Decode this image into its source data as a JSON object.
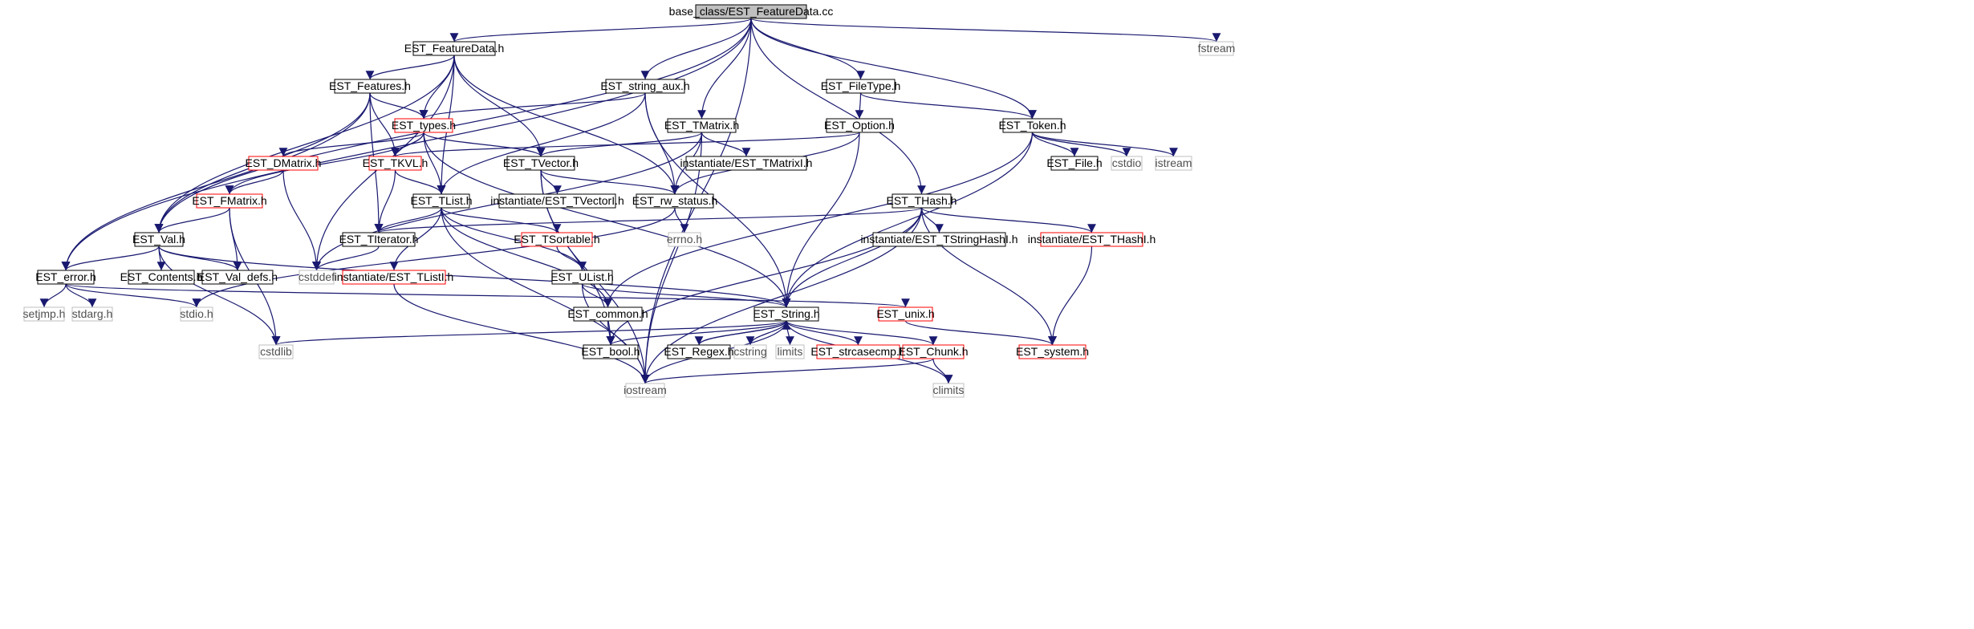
{
  "diagram": {
    "colors": {
      "edge": "#191970",
      "root_fill": "#bfbfbf",
      "box_fill": "#ffffff",
      "box_border": "#000000",
      "red_border": "#ff0000",
      "gray_border": "#bfbfbf",
      "gray_text": "#505050"
    },
    "nodes": [
      {
        "id": "root",
        "label": "base_class/EST_FeatureData.cc",
        "style": "root"
      },
      {
        "id": "featuredata_h",
        "label": "EST_FeatureData.h",
        "style": "black"
      },
      {
        "id": "fstream",
        "label": "fstream",
        "style": "gray"
      },
      {
        "id": "features_h",
        "label": "EST_Features.h",
        "style": "black"
      },
      {
        "id": "string_aux_h",
        "label": "EST_string_aux.h",
        "style": "black"
      },
      {
        "id": "filetype_h",
        "label": "EST_FileType.h",
        "style": "black"
      },
      {
        "id": "types_h",
        "label": "EST_types.h",
        "style": "red"
      },
      {
        "id": "tmatrix_h",
        "label": "EST_TMatrix.h",
        "style": "black"
      },
      {
        "id": "option_h",
        "label": "EST_Option.h",
        "style": "black"
      },
      {
        "id": "token_h",
        "label": "EST_Token.h",
        "style": "black"
      },
      {
        "id": "dmatrix_h",
        "label": "EST_DMatrix.h",
        "style": "red"
      },
      {
        "id": "tkvl_h",
        "label": "EST_TKVL.h",
        "style": "red"
      },
      {
        "id": "tvector_h",
        "label": "EST_TVector.h",
        "style": "black"
      },
      {
        "id": "inst_tmatrix",
        "label": "instantiate/EST_TMatrixI.h",
        "style": "black"
      },
      {
        "id": "file_h",
        "label": "EST_File.h",
        "style": "black"
      },
      {
        "id": "cstdio",
        "label": "cstdio",
        "style": "gray"
      },
      {
        "id": "istream",
        "label": "istream",
        "style": "gray"
      },
      {
        "id": "fmatrix_h",
        "label": "EST_FMatrix.h",
        "style": "red"
      },
      {
        "id": "tlist_h",
        "label": "EST_TList.h",
        "style": "black"
      },
      {
        "id": "inst_tvector",
        "label": "instantiate/EST_TVectorI.h",
        "style": "black"
      },
      {
        "id": "rw_status_h",
        "label": "EST_rw_status.h",
        "style": "black"
      },
      {
        "id": "thash_h",
        "label": "EST_THash.h",
        "style": "black"
      },
      {
        "id": "val_h",
        "label": "EST_Val.h",
        "style": "black"
      },
      {
        "id": "titerator_h",
        "label": "EST_TIterator.h",
        "style": "black"
      },
      {
        "id": "tsortable_h",
        "label": "EST_TSortable.h",
        "style": "red"
      },
      {
        "id": "errno_h",
        "label": "errno.h",
        "style": "gray"
      },
      {
        "id": "inst_tstringhash",
        "label": "instantiate/EST_TStringHashI.h",
        "style": "black"
      },
      {
        "id": "inst_thash",
        "label": "instantiate/EST_THashI.h",
        "style": "red"
      },
      {
        "id": "error_h",
        "label": "EST_error.h",
        "style": "black"
      },
      {
        "id": "contents_h",
        "label": "EST_Contents.h",
        "style": "black"
      },
      {
        "id": "val_defs_h",
        "label": "EST_Val_defs.h",
        "style": "black"
      },
      {
        "id": "cstddef",
        "label": "cstddef",
        "style": "gray"
      },
      {
        "id": "inst_tlist",
        "label": "instantiate/EST_TListI.h",
        "style": "red"
      },
      {
        "id": "ulist_h",
        "label": "EST_UList.h",
        "style": "black"
      },
      {
        "id": "setjmp_h",
        "label": "setjmp.h",
        "style": "gray"
      },
      {
        "id": "stdarg_h",
        "label": "stdarg.h",
        "style": "gray"
      },
      {
        "id": "stdio_h",
        "label": "stdio.h",
        "style": "gray"
      },
      {
        "id": "common_h",
        "label": "EST_common.h",
        "style": "black"
      },
      {
        "id": "string_h",
        "label": "EST_String.h",
        "style": "black"
      },
      {
        "id": "unix_h",
        "label": "EST_unix.h",
        "style": "red"
      },
      {
        "id": "cstdlib",
        "label": "cstdlib",
        "style": "gray"
      },
      {
        "id": "bool_h",
        "label": "EST_bool.h",
        "style": "black"
      },
      {
        "id": "regex_h",
        "label": "EST_Regex.h",
        "style": "black"
      },
      {
        "id": "cstring",
        "label": "cstring",
        "style": "gray"
      },
      {
        "id": "limits",
        "label": "limits",
        "style": "gray"
      },
      {
        "id": "strcasecmp_h",
        "label": "EST_strcasecmp.h",
        "style": "red"
      },
      {
        "id": "chunk_h",
        "label": "EST_Chunk.h",
        "style": "red"
      },
      {
        "id": "system_h",
        "label": "EST_system.h",
        "style": "red"
      },
      {
        "id": "iostream",
        "label": "iostream",
        "style": "gray"
      },
      {
        "id": "climits",
        "label": "climits",
        "style": "gray"
      }
    ],
    "edges": [
      [
        "root",
        "featuredata_h"
      ],
      [
        "root",
        "fstream"
      ],
      [
        "root",
        "string_aux_h"
      ],
      [
        "root",
        "filetype_h"
      ],
      [
        "root",
        "tmatrix_h"
      ],
      [
        "root",
        "token_h"
      ],
      [
        "root",
        "thash_h"
      ],
      [
        "root",
        "val_h"
      ],
      [
        "root",
        "error_h"
      ],
      [
        "root",
        "iostream"
      ],
      [
        "featuredata_h",
        "features_h"
      ],
      [
        "featuredata_h",
        "types_h"
      ],
      [
        "featuredata_h",
        "tvector_h"
      ],
      [
        "featuredata_h",
        "rw_status_h"
      ],
      [
        "featuredata_h",
        "tlist_h"
      ],
      [
        "featuredata_h",
        "val_h"
      ],
      [
        "featuredata_h",
        "cstddef"
      ],
      [
        "features_h",
        "types_h"
      ],
      [
        "features_h",
        "tkvl_h"
      ],
      [
        "features_h",
        "titerator_h"
      ],
      [
        "features_h",
        "val_h"
      ],
      [
        "features_h",
        "error_h"
      ],
      [
        "string_aux_h",
        "types_h"
      ],
      [
        "string_aux_h",
        "tlist_h"
      ],
      [
        "string_aux_h",
        "rw_status_h"
      ],
      [
        "string_aux_h",
        "string_h"
      ],
      [
        "filetype_h",
        "option_h"
      ],
      [
        "filetype_h",
        "token_h"
      ],
      [
        "types_h",
        "dmatrix_h"
      ],
      [
        "types_h",
        "tkvl_h"
      ],
      [
        "types_h",
        "tvector_h"
      ],
      [
        "types_h",
        "tlist_h"
      ],
      [
        "types_h",
        "fmatrix_h"
      ],
      [
        "types_h",
        "string_h"
      ],
      [
        "tmatrix_h",
        "tvector_h"
      ],
      [
        "tmatrix_h",
        "inst_tmatrix"
      ],
      [
        "tmatrix_h",
        "rw_status_h"
      ],
      [
        "tmatrix_h",
        "cstddef"
      ],
      [
        "tmatrix_h",
        "iostream"
      ],
      [
        "option_h",
        "tkvl_h"
      ],
      [
        "option_h",
        "rw_status_h"
      ],
      [
        "option_h",
        "string_h"
      ],
      [
        "token_h",
        "file_h"
      ],
      [
        "token_h",
        "cstdio"
      ],
      [
        "token_h",
        "istream"
      ],
      [
        "token_h",
        "common_h"
      ],
      [
        "token_h",
        "string_h"
      ],
      [
        "dmatrix_h",
        "fmatrix_h"
      ],
      [
        "dmatrix_h",
        "cstddef"
      ],
      [
        "tkvl_h",
        "tlist_h"
      ],
      [
        "tkvl_h",
        "titerator_h"
      ],
      [
        "tvector_h",
        "inst_tvector"
      ],
      [
        "tvector_h",
        "rw_status_h"
      ],
      [
        "tvector_h",
        "bool_h"
      ],
      [
        "tvector_h",
        "iostream"
      ],
      [
        "fmatrix_h",
        "val_h"
      ],
      [
        "fmatrix_h",
        "val_defs_h"
      ],
      [
        "fmatrix_h",
        "cstdlib"
      ],
      [
        "tlist_h",
        "titerator_h"
      ],
      [
        "tlist_h",
        "tsortable_h"
      ],
      [
        "tlist_h",
        "inst_tlist"
      ],
      [
        "tlist_h",
        "ulist_h"
      ],
      [
        "tlist_h",
        "common_h"
      ],
      [
        "tlist_h",
        "iostream"
      ],
      [
        "rw_status_h",
        "errno_h"
      ],
      [
        "rw_status_h",
        "stdio_h"
      ],
      [
        "thash_h",
        "titerator_h"
      ],
      [
        "thash_h",
        "inst_tstringhash"
      ],
      [
        "thash_h",
        "inst_thash"
      ],
      [
        "thash_h",
        "string_h"
      ],
      [
        "thash_h",
        "bool_h"
      ],
      [
        "thash_h",
        "system_h"
      ],
      [
        "thash_h",
        "iostream"
      ],
      [
        "val_h",
        "error_h"
      ],
      [
        "val_h",
        "contents_h"
      ],
      [
        "val_h",
        "val_defs_h"
      ],
      [
        "val_h",
        "string_h"
      ],
      [
        "val_h",
        "cstdlib"
      ],
      [
        "titerator_h",
        "cstddef"
      ],
      [
        "tsortable_h",
        "ulist_h"
      ],
      [
        "inst_thash",
        "system_h"
      ],
      [
        "error_h",
        "setjmp_h"
      ],
      [
        "error_h",
        "stdarg_h"
      ],
      [
        "error_h",
        "stdio_h"
      ],
      [
        "error_h",
        "unix_h"
      ],
      [
        "inst_tlist",
        "iostream"
      ],
      [
        "ulist_h",
        "common_h"
      ],
      [
        "ulist_h",
        "string_h"
      ],
      [
        "ulist_h",
        "iostream"
      ],
      [
        "common_h",
        "bool_h"
      ],
      [
        "string_h",
        "cstdlib"
      ],
      [
        "string_h",
        "bool_h"
      ],
      [
        "string_h",
        "regex_h"
      ],
      [
        "string_h",
        "cstring"
      ],
      [
        "string_h",
        "limits"
      ],
      [
        "string_h",
        "strcasecmp_h"
      ],
      [
        "string_h",
        "chunk_h"
      ],
      [
        "string_h",
        "iostream"
      ],
      [
        "string_h",
        "climits"
      ],
      [
        "regex_h",
        "string_h"
      ],
      [
        "unix_h",
        "system_h"
      ],
      [
        "chunk_h",
        "iostream"
      ],
      [
        "chunk_h",
        "climits"
      ]
    ]
  }
}
